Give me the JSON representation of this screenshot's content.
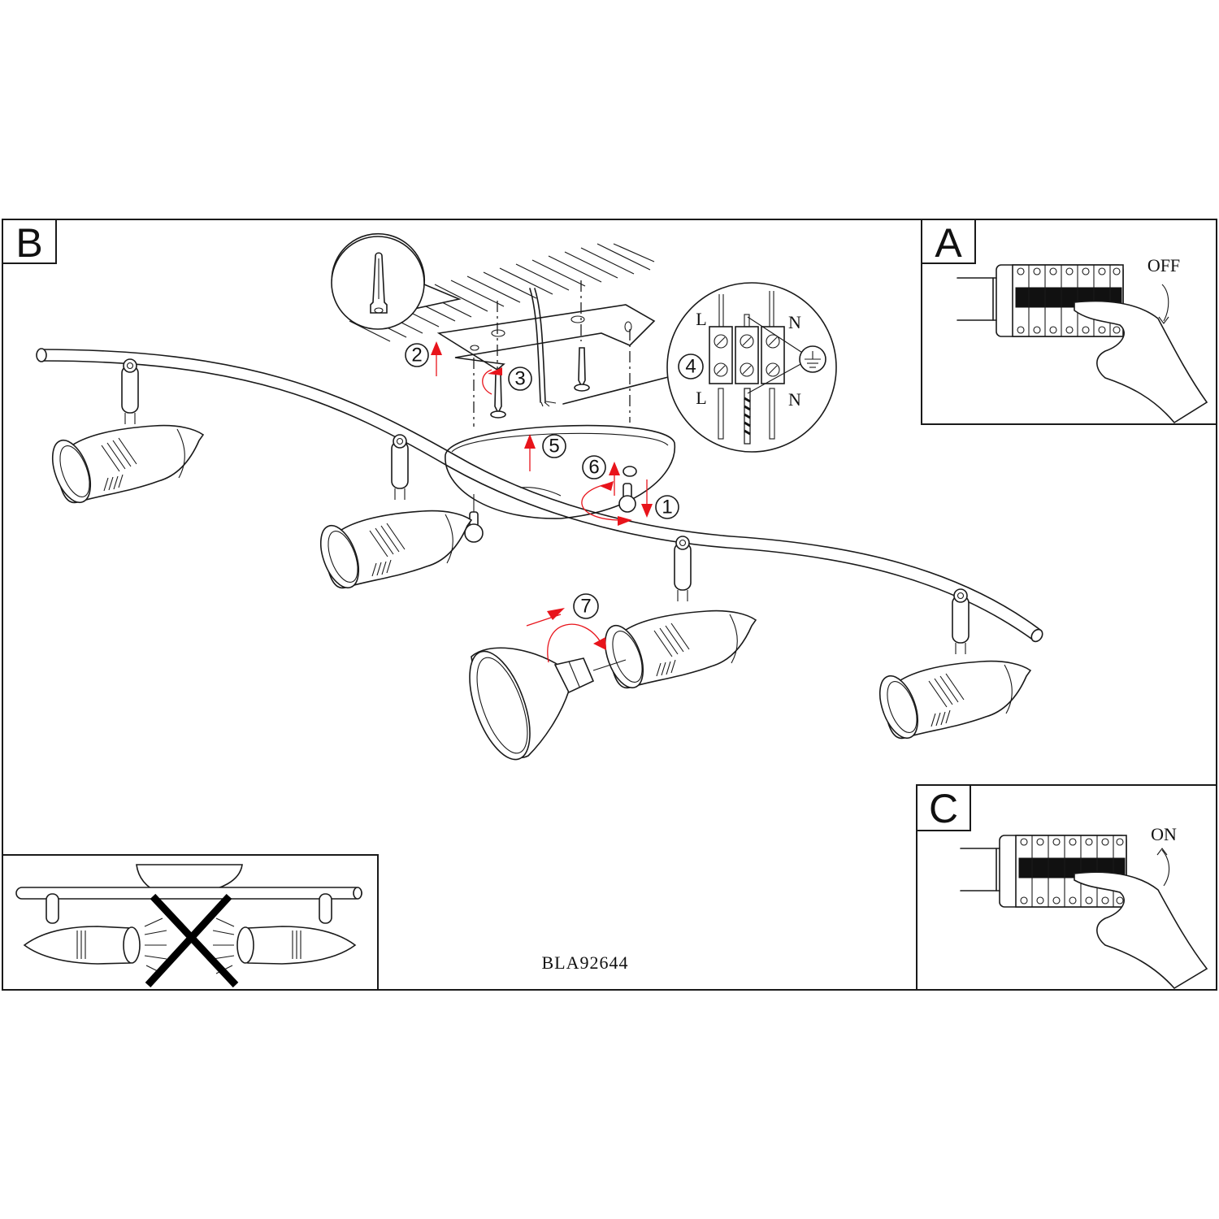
{
  "document": {
    "model_code": "BLA92644",
    "colors": {
      "arrow_accent": "#e8141b",
      "line": "#1a1a1a",
      "background": "#ffffff"
    }
  },
  "panels": {
    "main": {
      "letter": "B",
      "steps": [
        {
          "number": "1",
          "description": "loosen-screw-down"
        },
        {
          "number": "2",
          "description": "bracket-to-ceiling"
        },
        {
          "number": "3",
          "description": "screw-bracket"
        },
        {
          "number": "4",
          "description": "connect-terminal-block"
        },
        {
          "number": "5",
          "description": "raise-canopy"
        },
        {
          "number": "6",
          "description": "tighten-screw-up"
        },
        {
          "number": "7",
          "description": "insert-bulb"
        }
      ],
      "terminal_labels": {
        "top_left": "L",
        "top_right": "N",
        "bottom_left": "L",
        "bottom_right": "N"
      },
      "icons": [
        "wall-plug-icon",
        "earth-ground-icon",
        "terminal-block-icon",
        "spotlight-icon",
        "bulb-icon"
      ]
    },
    "switch_off": {
      "letter": "A",
      "label": "OFF"
    },
    "switch_on": {
      "letter": "C",
      "label": "ON"
    },
    "warning": {
      "description": "do-not-aim-spotlights-at-each-other"
    }
  }
}
